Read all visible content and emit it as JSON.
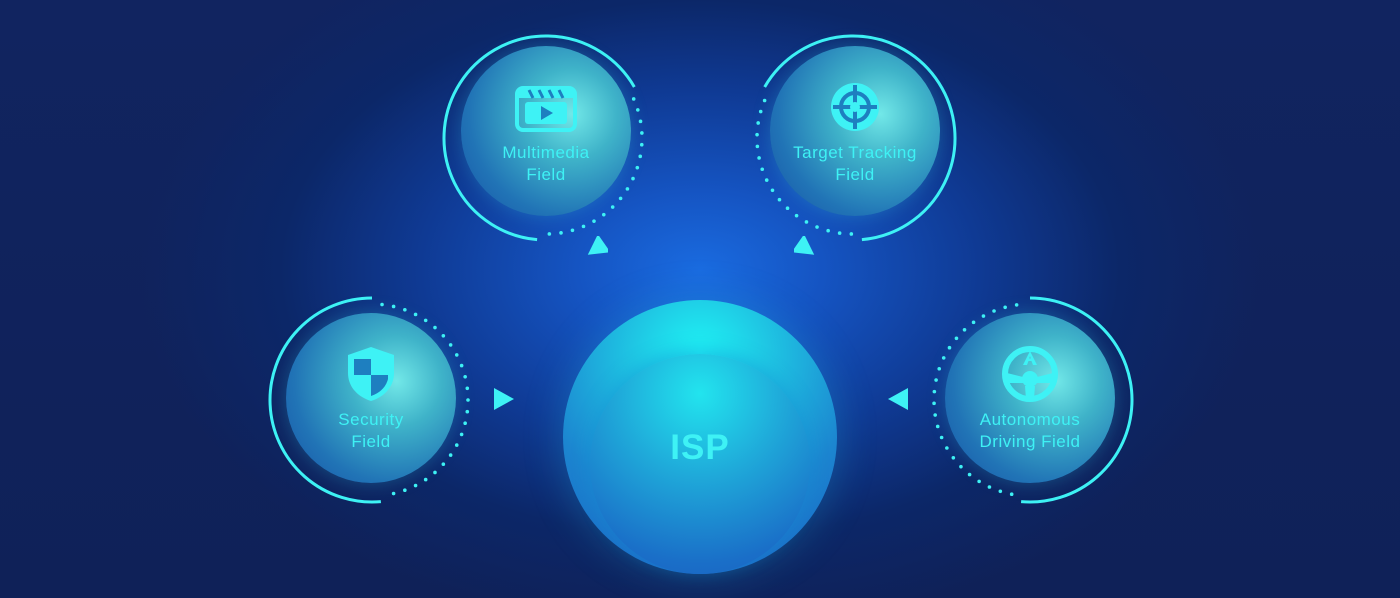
{
  "diagram": {
    "center": {
      "label": "ISP"
    },
    "nodes": [
      {
        "key": "multimedia",
        "label": "Multimedia\nField",
        "icon": "video-player-icon"
      },
      {
        "key": "target",
        "label": "Target Tracking\nField",
        "icon": "crosshair-target-icon"
      },
      {
        "key": "security",
        "label": "Security\nField",
        "icon": "shield-icon"
      },
      {
        "key": "autonomous",
        "label": "Autonomous\nDriving Field",
        "icon": "steering-wheel-icon"
      }
    ]
  },
  "colors": {
    "accent": "#3ef2f5",
    "background": "#0d1f52",
    "center_glow": "#1a6be0"
  }
}
